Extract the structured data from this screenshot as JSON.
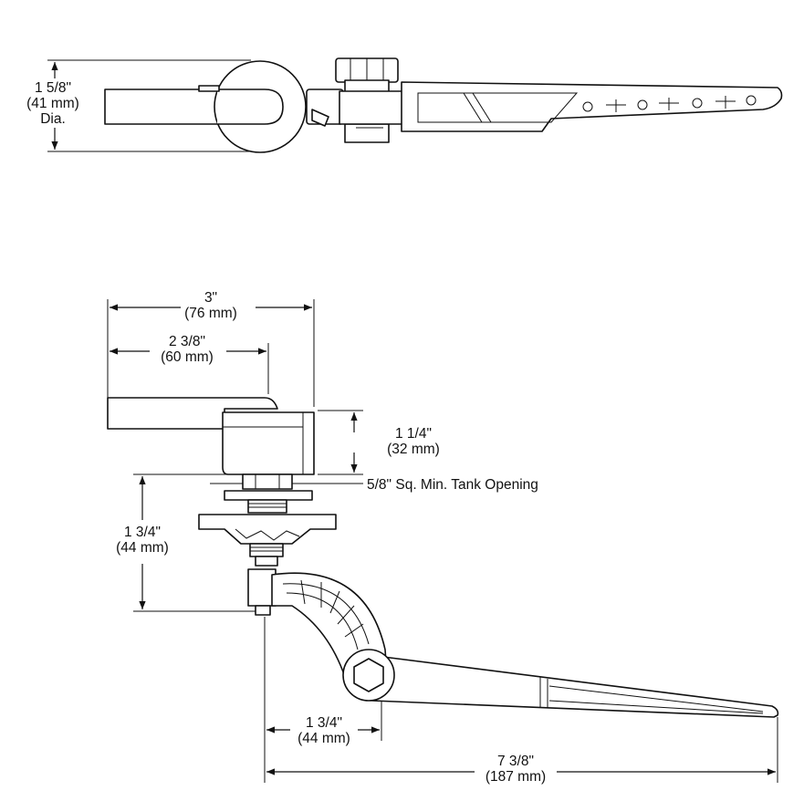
{
  "top_view": {
    "diameter": {
      "line1": "1 5/8\"",
      "line2": "(41 mm)",
      "line3": "Dia."
    }
  },
  "side_view": {
    "overall_width": {
      "line1": "3\"",
      "line2": "(76 mm)"
    },
    "handle_length": {
      "line1": "2 3/8\"",
      "line2": "(60 mm)"
    },
    "hub_height": {
      "line1": "1 1/4\"",
      "line2": "(32 mm)"
    },
    "tank_opening": {
      "label": "5/8\" Sq. Min. Tank Opening"
    },
    "shank_drop": {
      "line1": "1 3/4\"",
      "line2": "(44 mm)"
    },
    "arm_offset": {
      "line1": "1 3/4\"",
      "line2": "(44 mm)"
    },
    "arm_length": {
      "line1": "7 3/8\"",
      "line2": "(187 mm)"
    }
  }
}
